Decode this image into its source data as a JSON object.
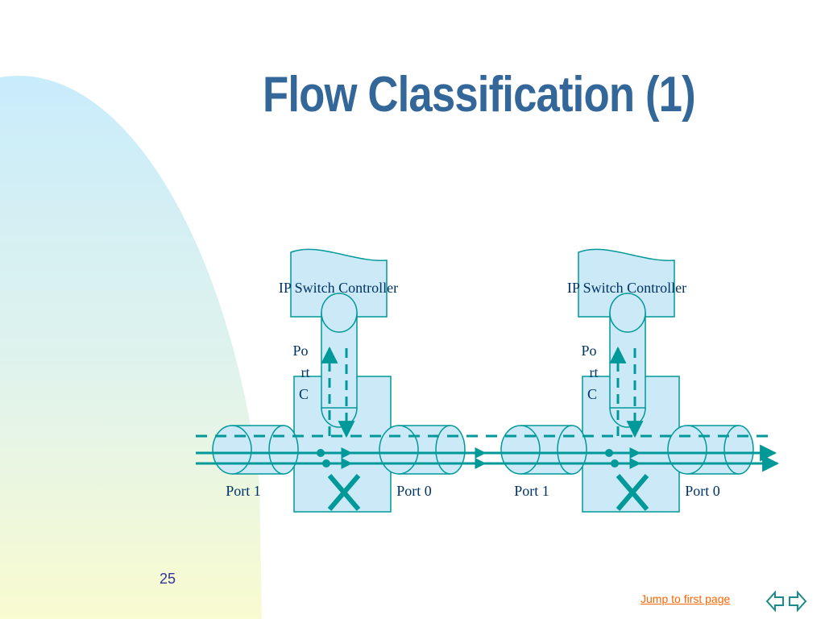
{
  "slide": {
    "title": "Flow Classification (1)",
    "number": "25",
    "jump_link": "Jump to first page"
  },
  "diagram": {
    "switches": [
      {
        "controller_label": "IP Switch Controller",
        "port_c_lines": [
          "Po",
          "rt",
          "C"
        ],
        "port_left": "Port 1",
        "port_right": "Port 0",
        "fabric_symbol": "X"
      },
      {
        "controller_label": "IP Switch Controller",
        "port_c_lines": [
          "Po",
          "rt",
          "C"
        ],
        "port_left": "Port 1",
        "port_right": "Port 0",
        "fabric_symbol": "X"
      }
    ]
  },
  "colors": {
    "title": "#336699",
    "teal": "#009999",
    "box_fill": "#cce9f8",
    "label_text": "#003366",
    "link": "#ff6600"
  },
  "icons": [
    "left-right-arrow-icon"
  ]
}
